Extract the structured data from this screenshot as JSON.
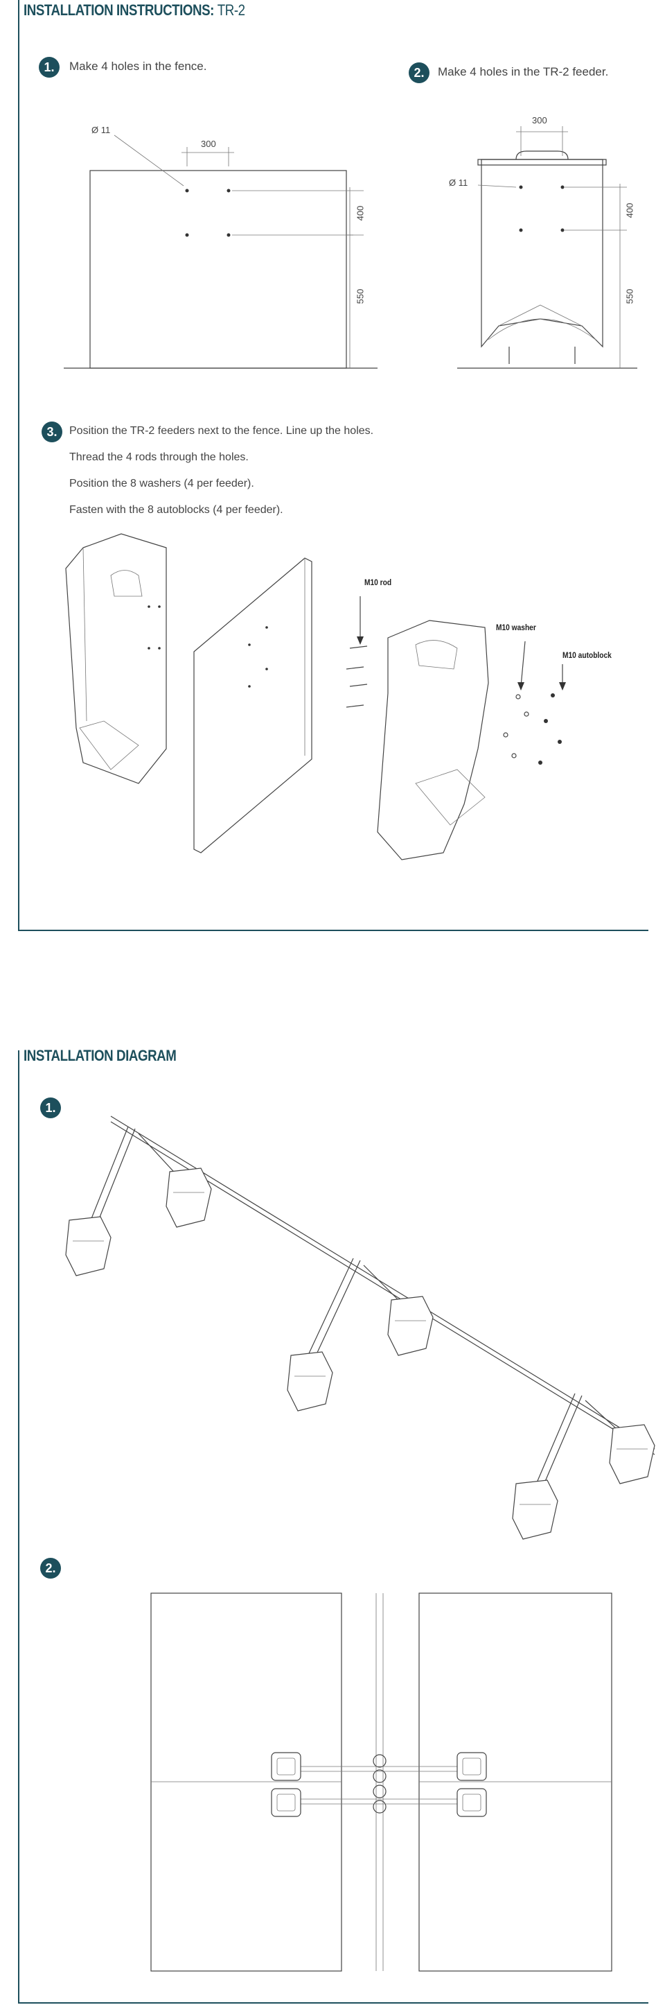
{
  "section1": {
    "title_bold": "INSTALLATION INSTRUCTIONS:",
    "title_light": "TR-2",
    "step1": {
      "number": "1.",
      "text": "Make 4 holes in the fence."
    },
    "step2": {
      "number": "2.",
      "text": "Make 4 holes in the TR-2 feeder."
    },
    "step3": {
      "number": "3.",
      "lines": [
        "Position the TR-2 feeders next to the fence. Line up the holes.",
        "Thread the 4 rods through the holes.",
        "Position the 8 washers (4 per feeder).",
        "Fasten with the 8 autoblocks (4 per feeder)."
      ]
    },
    "fence_dims": {
      "diameter": "Ø 11",
      "spacing": "300",
      "height_top": "400",
      "height_bottom": "550"
    },
    "feeder_dims": {
      "diameter": "Ø 11",
      "spacing": "300",
      "height_top": "400",
      "height_bottom": "550"
    },
    "parts": {
      "rod": "M10 rod",
      "washer": "M10 washer",
      "autoblock": "M10 autoblock"
    }
  },
  "section2": {
    "title": "INSTALLATION DIAGRAM",
    "step1": {
      "number": "1."
    },
    "step2": {
      "number": "2."
    }
  },
  "colors": {
    "accent": "#1d4f5c",
    "line": "#444444"
  }
}
